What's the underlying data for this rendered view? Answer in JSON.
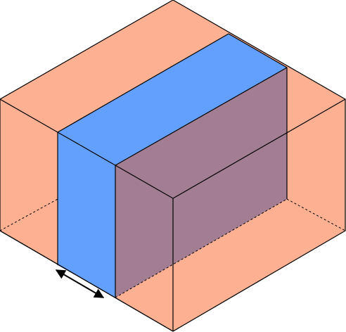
{
  "diagram": {
    "kind": "isometric box with a vertical slab inserted",
    "colors": {
      "box_fill": "#FDB092",
      "slab_fill": "#63A0FE",
      "overlap_fill": "#A37D91",
      "edge_stroke": "#000000",
      "hidden_edge": "#000000"
    },
    "elements": [
      "outer-box",
      "inserted-slab",
      "slab-thickness-arrow"
    ],
    "hidden_edges_dashed": true,
    "arrow": {
      "type": "double-headed",
      "meaning": "slab thickness"
    }
  }
}
